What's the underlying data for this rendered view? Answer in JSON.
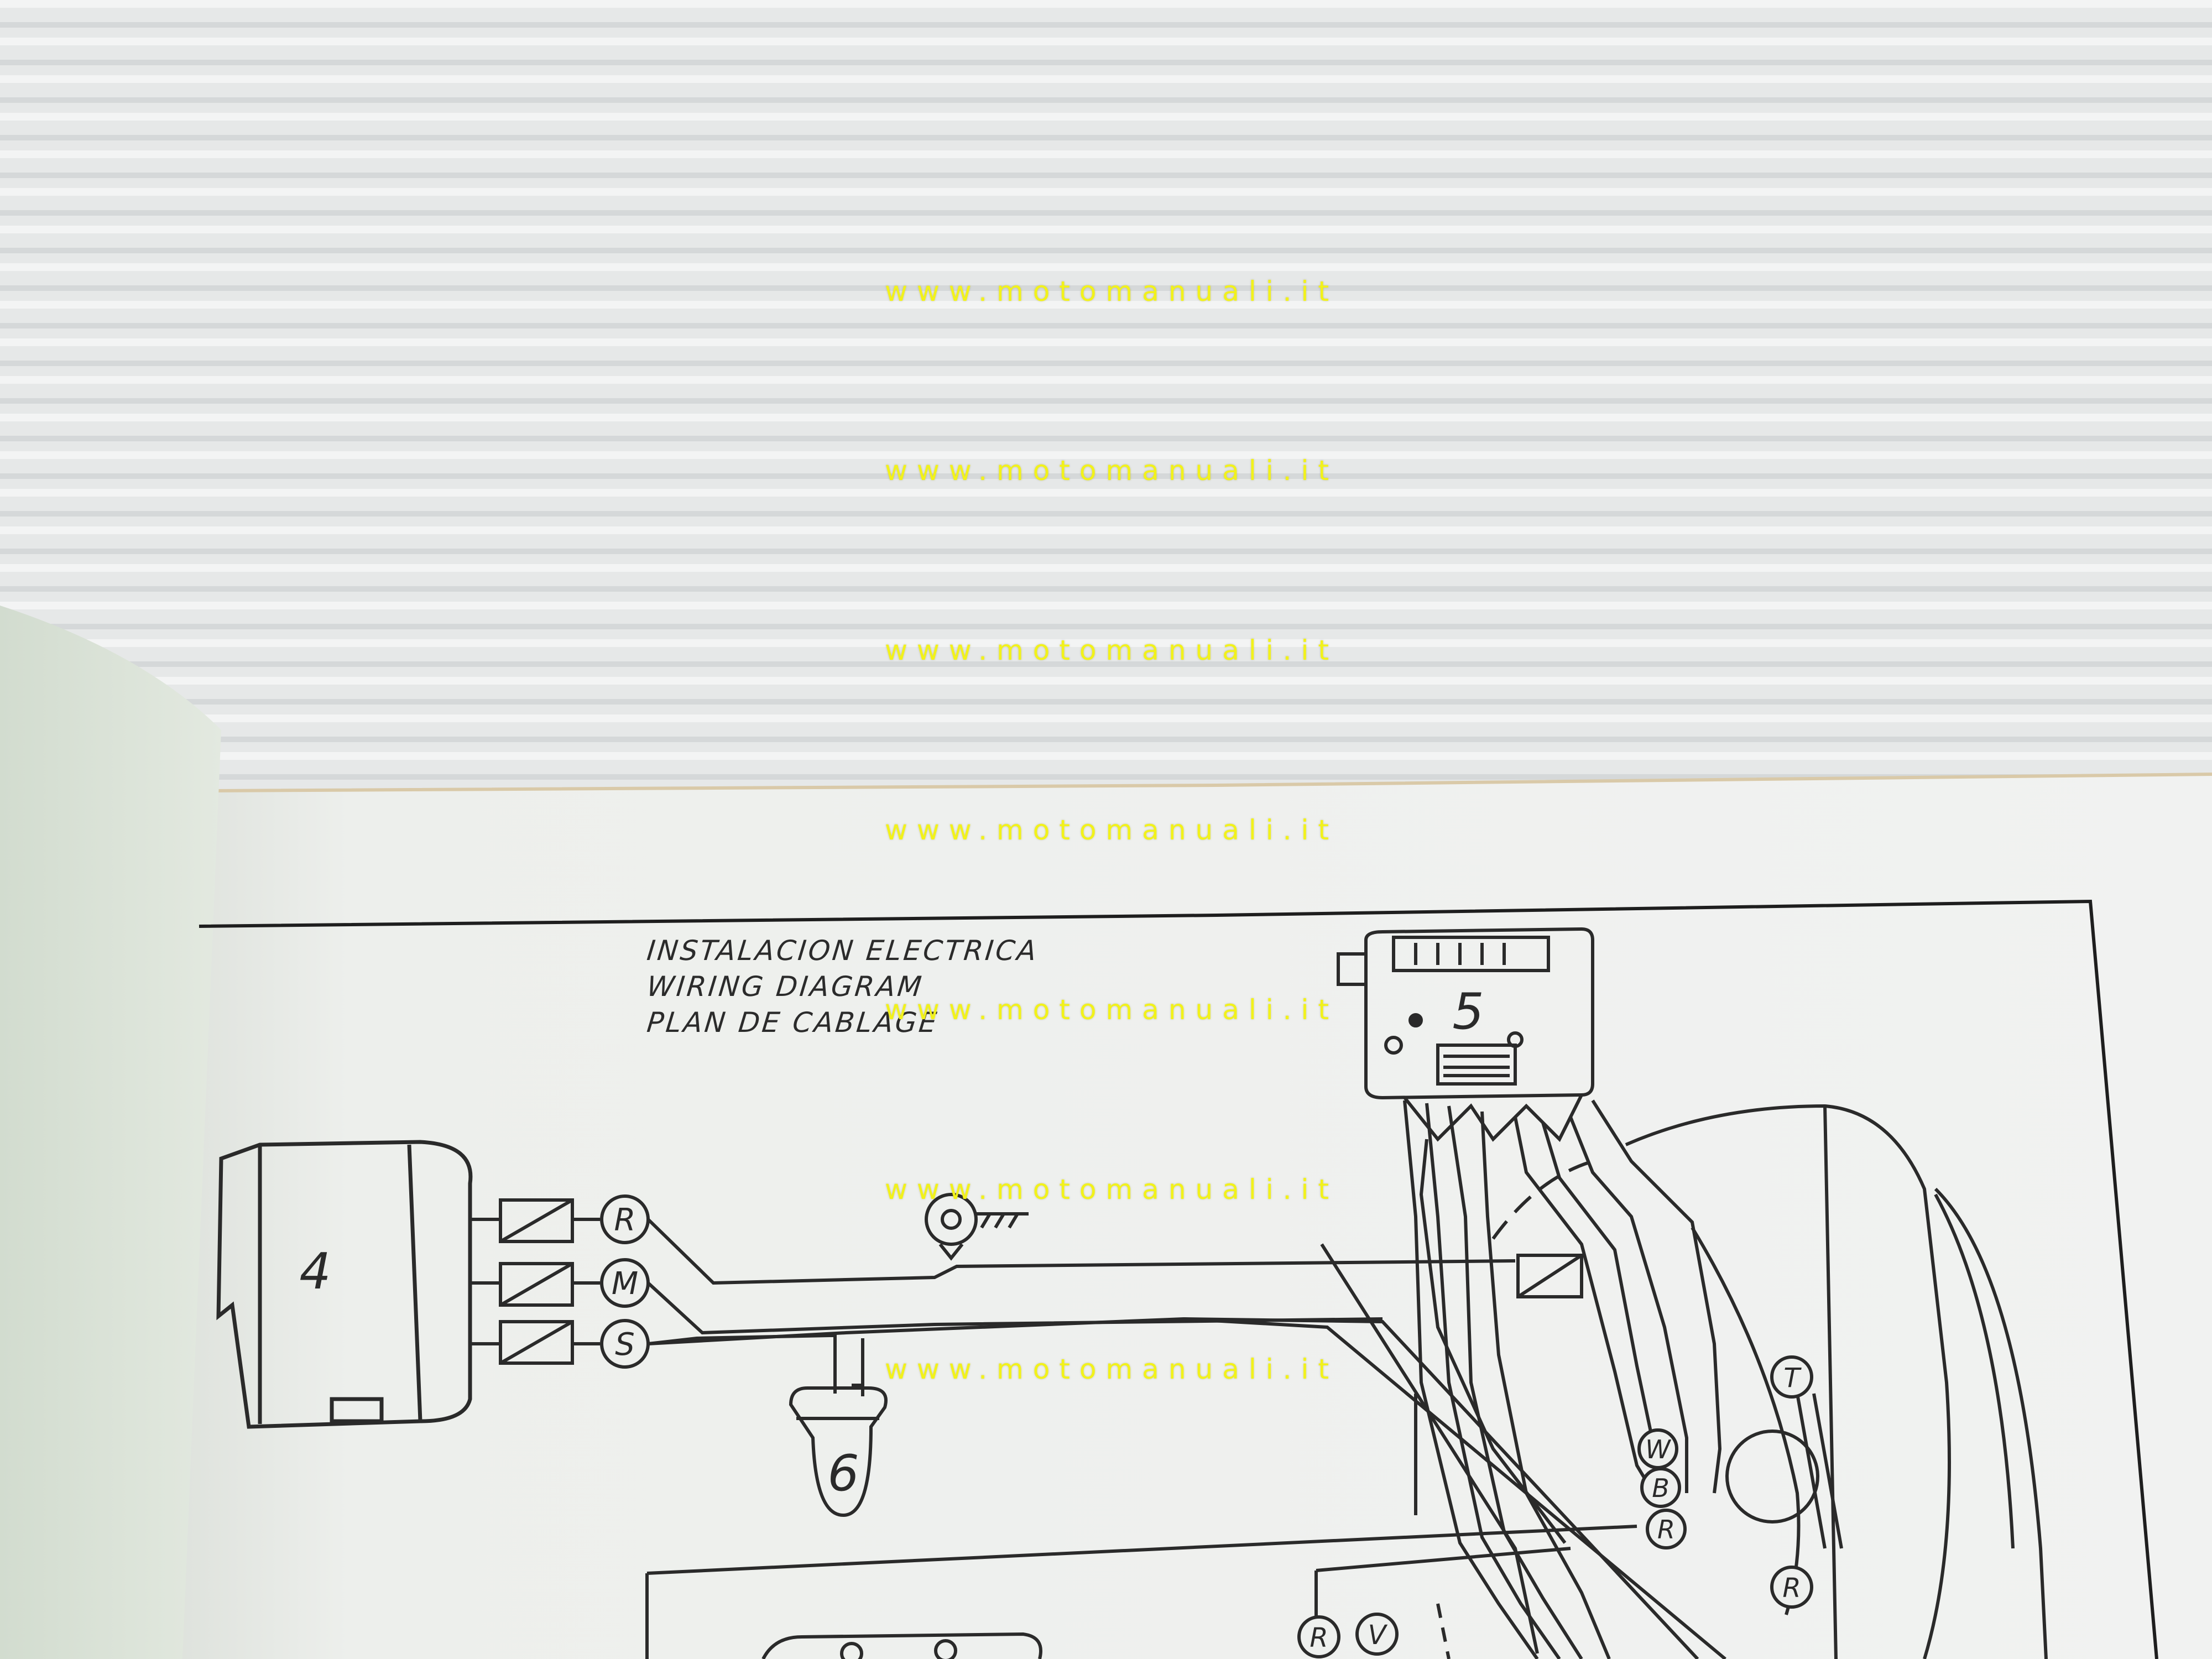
{
  "diagram": {
    "title_lines": [
      "INSTALACION ELECTRICA",
      "WIRING DIAGRAM",
      "PLAN DE CABLAGE"
    ],
    "component_numbers": {
      "headlight_switch": "4",
      "speedometer": "5",
      "horn": "6"
    },
    "switch_terminals": [
      "R",
      "M",
      "S"
    ],
    "lamp_terminals": [
      "T",
      "W",
      "B",
      "R",
      "R"
    ],
    "bottom_terminals": [
      "R",
      "V"
    ]
  },
  "watermark": {
    "text": "www.motomanuali.it",
    "repeat_count": 7,
    "color": "#f2f21a"
  },
  "colors": {
    "paper": "#eef0ee",
    "ink": "#2a2a2a",
    "background_panel": "#e3e5e5",
    "left_page": "#dfe6dc"
  }
}
